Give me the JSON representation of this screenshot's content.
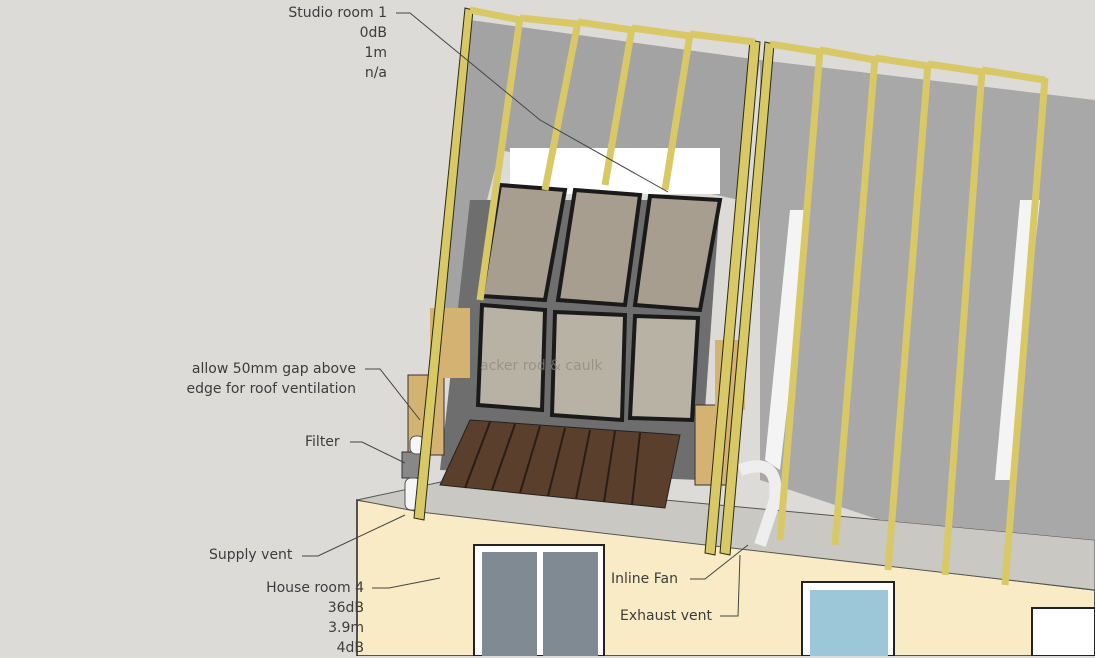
{
  "annotations": {
    "studio_room": {
      "name": "Studio room 1",
      "level": "0dB",
      "distance": "1m",
      "reduction": "n/a"
    },
    "gap_note": {
      "line1": "allow 50mm gap above",
      "line2": "edge for roof ventilation"
    },
    "filter": "Filter",
    "supply_vent": "Supply vent",
    "house_room": {
      "name": "House room 4",
      "level": "36dB",
      "distance": "3.9m",
      "reduction": "4dB"
    },
    "inline_fan": "Inline Fan",
    "exhaust_vent": "Exhaust vent",
    "backer_rod": "acker rod & caulk"
  },
  "colors": {
    "background": "#dcdbd8",
    "wall": "#f8ebc6",
    "rafter": "#d8c866",
    "roof_panel": "#a9a9a9",
    "deck": "#5a3f2c",
    "insulation": "#d4b272"
  }
}
